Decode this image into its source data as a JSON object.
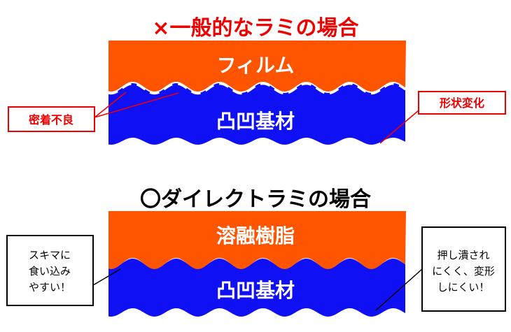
{
  "top": {
    "title": "×一般的なラミの場合",
    "film_label": "フィルム",
    "substrate_label": "凸凹基材",
    "callout_left": "密着不良",
    "callout_right": "形状変化"
  },
  "bottom": {
    "title": "〇ダイレクトラミの場合",
    "resin_label": "溶融樹脂",
    "substrate_label": "凸凹基材",
    "callout_left": [
      "スキマに",
      "食い込み",
      "やすい！"
    ],
    "callout_right": [
      "押し潰され",
      "にくく、変形",
      "しにくい！"
    ]
  },
  "colors": {
    "orange": "#FF5500",
    "blue": "#1010F5",
    "red": "#EE0000",
    "black": "#000000"
  }
}
